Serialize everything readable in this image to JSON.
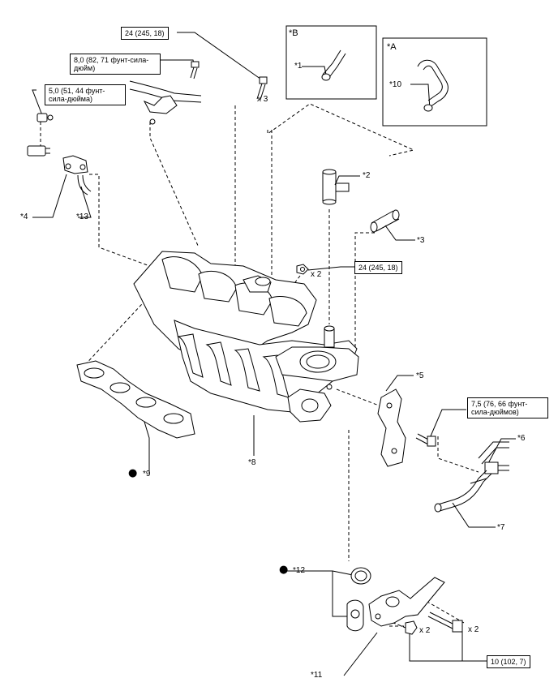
{
  "frames": {
    "b": {
      "label": "*B"
    },
    "a": {
      "label": "*A"
    }
  },
  "callouts": {
    "c1": "*1",
    "c2": "*2",
    "c3": "*3",
    "c4": "*4",
    "c5": "*5",
    "c6": "*6",
    "c7": "*7",
    "c8": "*8",
    "c9": "*9",
    "c10": "*10",
    "c11": "*11",
    "c12": "*12",
    "c13": "*13"
  },
  "torque": {
    "t1": "24 (245, 18)",
    "t2": "8,0 (82, 71 фунт-сила-дюйм)",
    "t3": "5,0 (51, 44 фунт-сила-дюйма)",
    "t4": "24 (245, 18)",
    "t5": "7,5 (76, 66 фунт-сила-дюймов)",
    "t6": "10 (102, 7)"
  },
  "quantities": {
    "q1": "x 3",
    "q2": "x 2",
    "q3": "x 2",
    "q4": "x 2"
  },
  "markers": {
    "dot": "●"
  }
}
